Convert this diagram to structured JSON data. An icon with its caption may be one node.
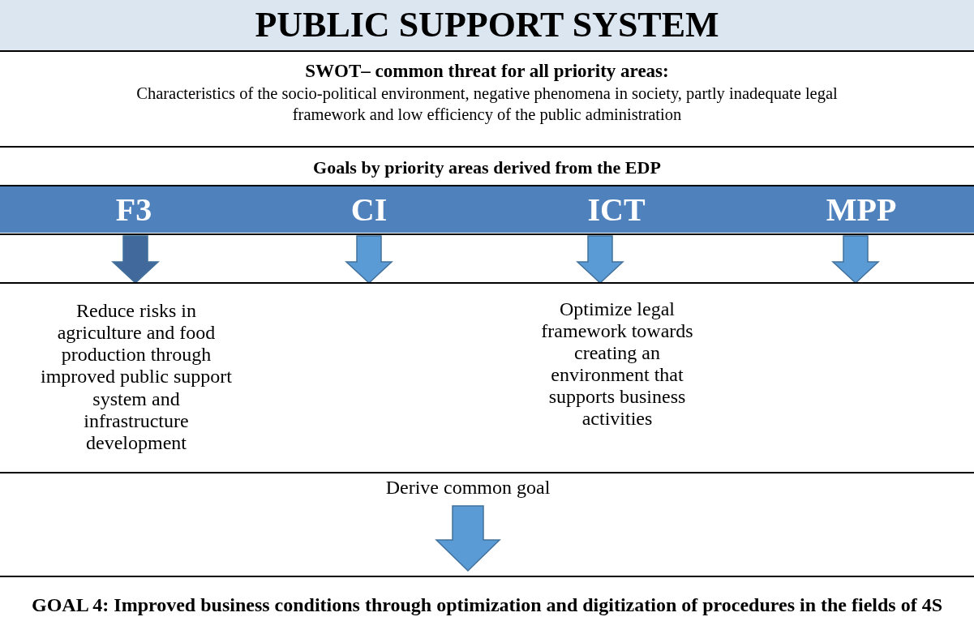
{
  "diagram": {
    "nodes": [
      {
        "text": [
          "PUBLIC SUPPORT SYSTEM"
        ]
      },
      {
        "text": [],
        "shape": "bar"
      },
      {
        "text": [
          "F3"
        ],
        "in": 1
      },
      {
        "text": [
          "CI"
        ],
        "in": 1
      },
      {
        "text": [
          "ICT"
        ],
        "in": 1
      },
      {
        "text": [
          "MPP"
        ],
        "in": 1
      },
      {
        "text": [
          "Reduce risks in agriculture and food production through improved public support system and infrastructure development"
        ]
      },
      {
        "text": [
          "Optimize legal framework towards creating an environment that supports business activities"
        ]
      },
      {
        "text": [
          "Derive common goal"
        ]
      },
      {
        "text": [
          "GOAL 4: Improved business conditions through optimization and digitization of procedures in the fields of 4S"
        ]
      }
    ],
    "edges": [
      {
        "from": 2,
        "to": 6,
        "arrow": "to",
        "color": "#41699b"
      },
      {
        "from": 3,
        "to": null,
        "arrow": "to"
      },
      {
        "from": 4,
        "to": 7,
        "arrow": "to"
      },
      {
        "from": 5,
        "to": null,
        "arrow": "to"
      },
      {
        "from": 8,
        "to": 9,
        "arrow": "to"
      }
    ],
    "labels": [
      "SWOT– common threat for all priority areas:",
      "Characteristics of the socio-political environment, negative phenomena in society, partly inadequate legal framework and low efficiency of the public administration",
      "Goals by priority areas derived from the EDP"
    ]
  }
}
